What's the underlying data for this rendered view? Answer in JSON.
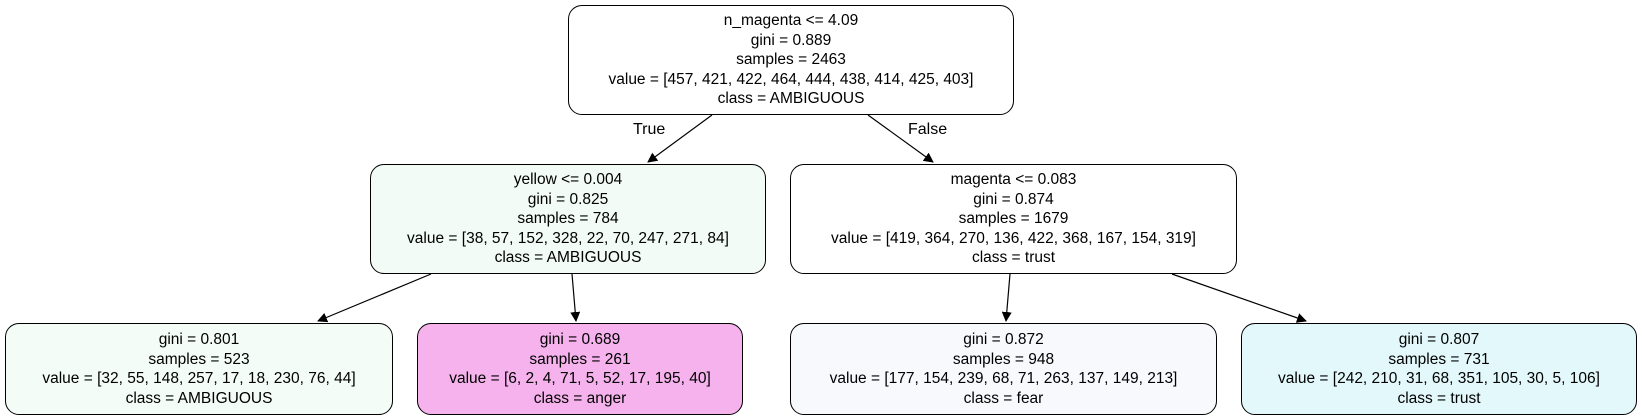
{
  "tree": {
    "root": {
      "split": "n_magenta <= 4.09",
      "gini": "gini = 0.889",
      "samples": "samples = 2463",
      "value": "value = [457, 421, 422, 464, 444, 438, 414, 425, 403]",
      "class": "class = AMBIGUOUS",
      "fill": "#ffffff"
    },
    "left": {
      "split": "yellow <= 0.004",
      "gini": "gini = 0.825",
      "samples": "samples = 784",
      "value": "value = [38, 57, 152, 328, 22, 70, 247, 271, 84]",
      "class": "class = AMBIGUOUS",
      "fill": "#f2fbf6"
    },
    "right": {
      "split": "magenta <= 0.083",
      "gini": "gini = 0.874",
      "samples": "samples = 1679",
      "value": "value = [419, 364, 270, 136, 422, 368, 167, 154, 319]",
      "class": "class = trust",
      "fill": "#ffffff"
    },
    "left_left": {
      "gini": "gini = 0.801",
      "samples": "samples = 523",
      "value": "value = [32, 55, 148, 257, 17, 18, 230, 76, 44]",
      "class": "class = AMBIGUOUS",
      "fill": "#f4fcf8"
    },
    "left_right": {
      "gini": "gini = 0.689",
      "samples": "samples = 261",
      "value": "value = [6, 2, 4, 71, 5, 52, 17, 195, 40]",
      "class": "class = anger",
      "fill": "#f5b2ec"
    },
    "right_left": {
      "gini": "gini = 0.872",
      "samples": "samples = 948",
      "value": "value = [177, 154, 239, 68, 71, 263, 137, 149, 213]",
      "class": "class = fear",
      "fill": "#f8f9fc"
    },
    "right_right": {
      "gini": "gini = 0.807",
      "samples": "samples = 731",
      "value": "value = [242, 210, 31, 68, 351, 105, 30, 5, 106]",
      "class": "class = trust",
      "fill": "#e3f8fa"
    }
  },
  "edge_labels": {
    "true": "True",
    "false": "False"
  },
  "colors": {
    "stroke": "#000000",
    "arrow": "#000000"
  }
}
